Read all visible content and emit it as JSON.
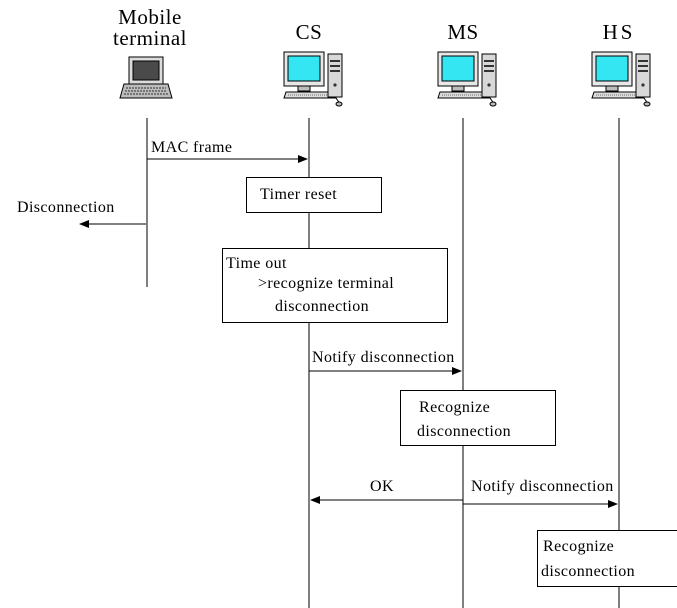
{
  "entities": {
    "mobile": {
      "line1": "Mobile",
      "line2": "terminal"
    },
    "cs": {
      "label": "CS"
    },
    "ms": {
      "label": "MS"
    },
    "hs": {
      "label": "HS"
    }
  },
  "messages": {
    "mac_frame": "MAC frame",
    "disconnection": "Disconnection",
    "notify_ms": "Notify disconnection",
    "ok": "OK",
    "notify_hs": "Notify disconnection"
  },
  "boxes": {
    "timer_reset": "Timer reset",
    "timeout": {
      "line1": "Time out",
      "line2": ">recognize terminal",
      "line3": "disconnection"
    },
    "recognize_ms": {
      "line1": "Recognize",
      "line2": "disconnection"
    },
    "recognize_hs": {
      "line1": "Recognize",
      "line2": "disconnection"
    }
  }
}
